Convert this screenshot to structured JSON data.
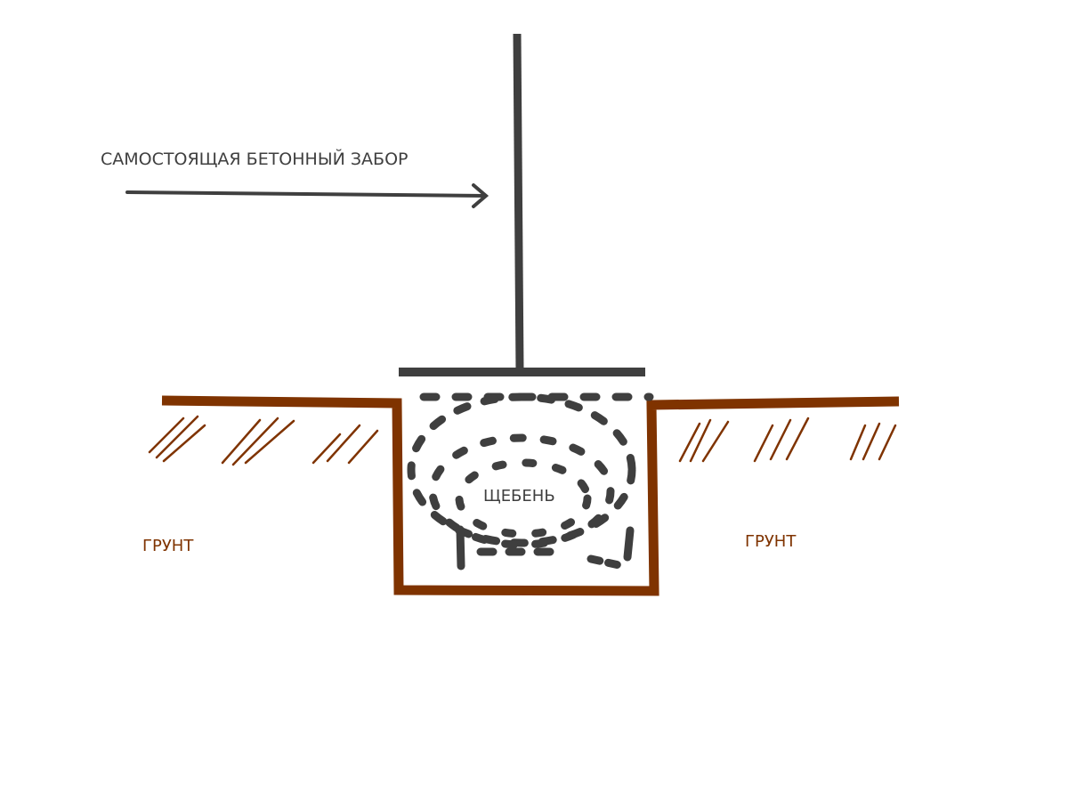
{
  "labels": {
    "fence": "САМОСТОЯЩАЯ БЕТОННЫЙ ЗАБОР",
    "gravel": "ЩЕБЕНЬ",
    "soil_left": "ГРУНТ",
    "soil_right": "ГРУНТ"
  },
  "colors": {
    "structure": "#3f3f3f",
    "soil": "#7f3300"
  }
}
